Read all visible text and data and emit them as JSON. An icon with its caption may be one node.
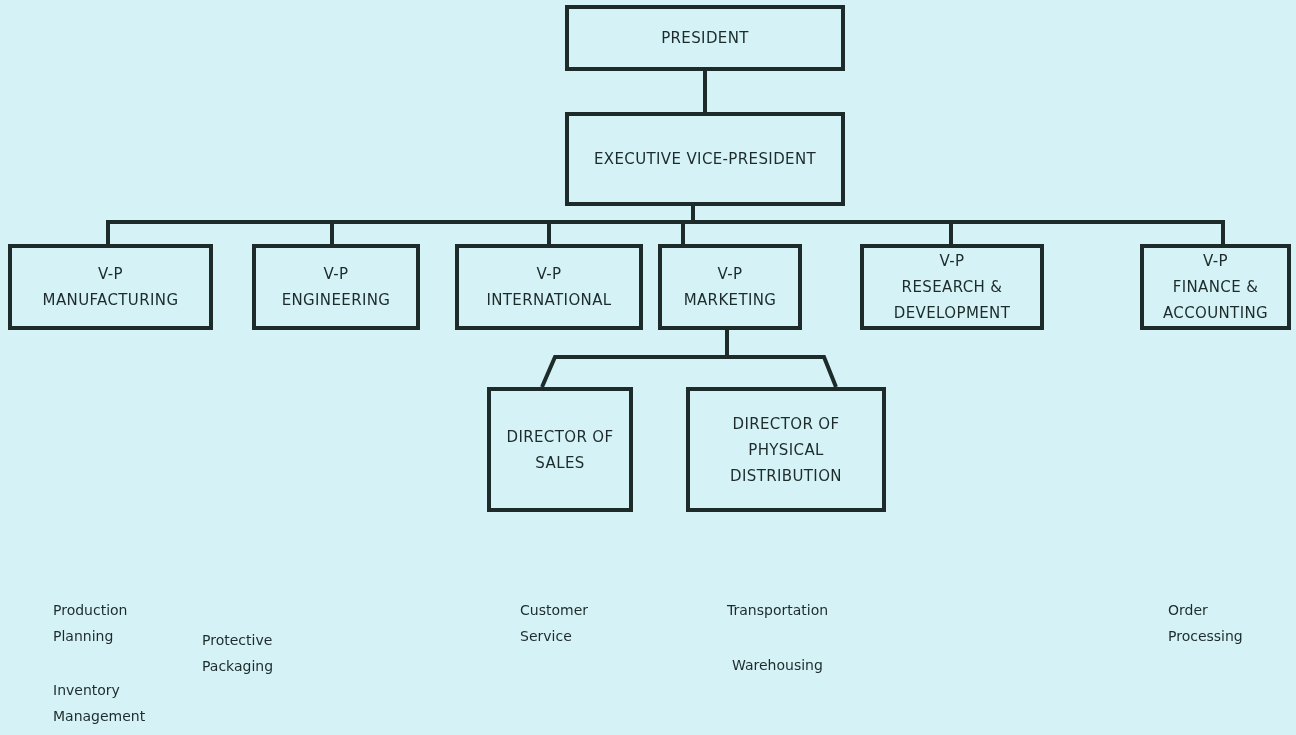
{
  "diagram": {
    "nodes": [
      {
        "text": [
          "PRESIDENT"
        ]
      },
      {
        "text": [
          "EXECUTIVE VICE-PRESIDENT"
        ]
      },
      {
        "text": [
          "V-P",
          "MANUFACTURING"
        ]
      },
      {
        "text": [
          "V-P",
          "ENGINEERING"
        ]
      },
      {
        "text": [
          "V-P",
          "INTERNATIONAL"
        ]
      },
      {
        "text": [
          "V-P",
          "MARKETING"
        ]
      },
      {
        "text": [
          "V-P",
          "RESEARCH & DEVELOPMENT"
        ]
      },
      {
        "text": [
          "V-P",
          "FINANCE & ACCOUNTING"
        ]
      },
      {
        "text": [
          "DIRECTOR OF SALES"
        ]
      },
      {
        "text": [
          "DIRECTOR OF PHYSICAL DISTRIBUTION"
        ]
      }
    ],
    "edges": [
      {
        "from": 0,
        "to": 1,
        "arrow": "none"
      },
      {
        "from": 1,
        "to": 2,
        "arrow": "none"
      },
      {
        "from": 1,
        "to": 3,
        "arrow": "none"
      },
      {
        "from": 1,
        "to": 4,
        "arrow": "none"
      },
      {
        "from": 1,
        "to": 5,
        "arrow": "none"
      },
      {
        "from": 1,
        "to": 6,
        "arrow": "none"
      },
      {
        "from": 1,
        "to": 7,
        "arrow": "none"
      },
      {
        "from": 5,
        "to": 8,
        "arrow": "none"
      },
      {
        "from": 5,
        "to": 9,
        "arrow": "none"
      }
    ],
    "labels": [
      "Production Planning",
      "Customer Service",
      "Transportation",
      "Order Processing",
      "Protective Packaging",
      "Warehousing",
      "Inventory Management"
    ]
  }
}
